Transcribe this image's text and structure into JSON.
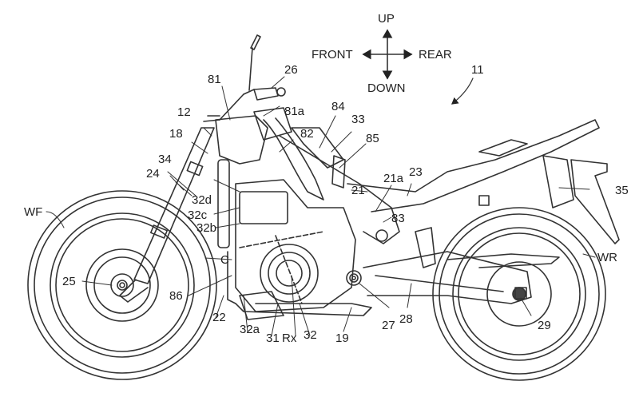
{
  "figure": {
    "title": "Motorcycle side view patent drawing",
    "directions": {
      "up": "UP",
      "down": "DOWN",
      "front": "FRONT",
      "rear": "REAR"
    },
    "labels": [
      {
        "id": "11",
        "text": "11"
      },
      {
        "id": "12",
        "text": "12"
      },
      {
        "id": "18",
        "text": "18"
      },
      {
        "id": "19",
        "text": "19"
      },
      {
        "id": "21",
        "text": "21"
      },
      {
        "id": "21a",
        "text": "21a"
      },
      {
        "id": "22",
        "text": "22"
      },
      {
        "id": "23",
        "text": "23"
      },
      {
        "id": "24",
        "text": "24"
      },
      {
        "id": "25",
        "text": "25"
      },
      {
        "id": "26",
        "text": "26"
      },
      {
        "id": "27",
        "text": "27"
      },
      {
        "id": "28",
        "text": "28"
      },
      {
        "id": "29",
        "text": "29"
      },
      {
        "id": "31",
        "text": "31"
      },
      {
        "id": "32",
        "text": "32"
      },
      {
        "id": "32a",
        "text": "32a"
      },
      {
        "id": "32b",
        "text": "32b"
      },
      {
        "id": "32c",
        "text": "32c"
      },
      {
        "id": "32d",
        "text": "32d"
      },
      {
        "id": "33",
        "text": "33"
      },
      {
        "id": "34",
        "text": "34"
      },
      {
        "id": "35",
        "text": "35"
      },
      {
        "id": "81",
        "text": "81"
      },
      {
        "id": "81a",
        "text": "81a"
      },
      {
        "id": "82",
        "text": "82"
      },
      {
        "id": "83",
        "text": "83"
      },
      {
        "id": "84",
        "text": "84"
      },
      {
        "id": "85",
        "text": "85"
      },
      {
        "id": "86",
        "text": "86"
      },
      {
        "id": "C",
        "text": "C"
      },
      {
        "id": "Rx",
        "text": "Rx"
      },
      {
        "id": "WF",
        "text": "WF"
      },
      {
        "id": "WR",
        "text": "WR"
      }
    ]
  }
}
